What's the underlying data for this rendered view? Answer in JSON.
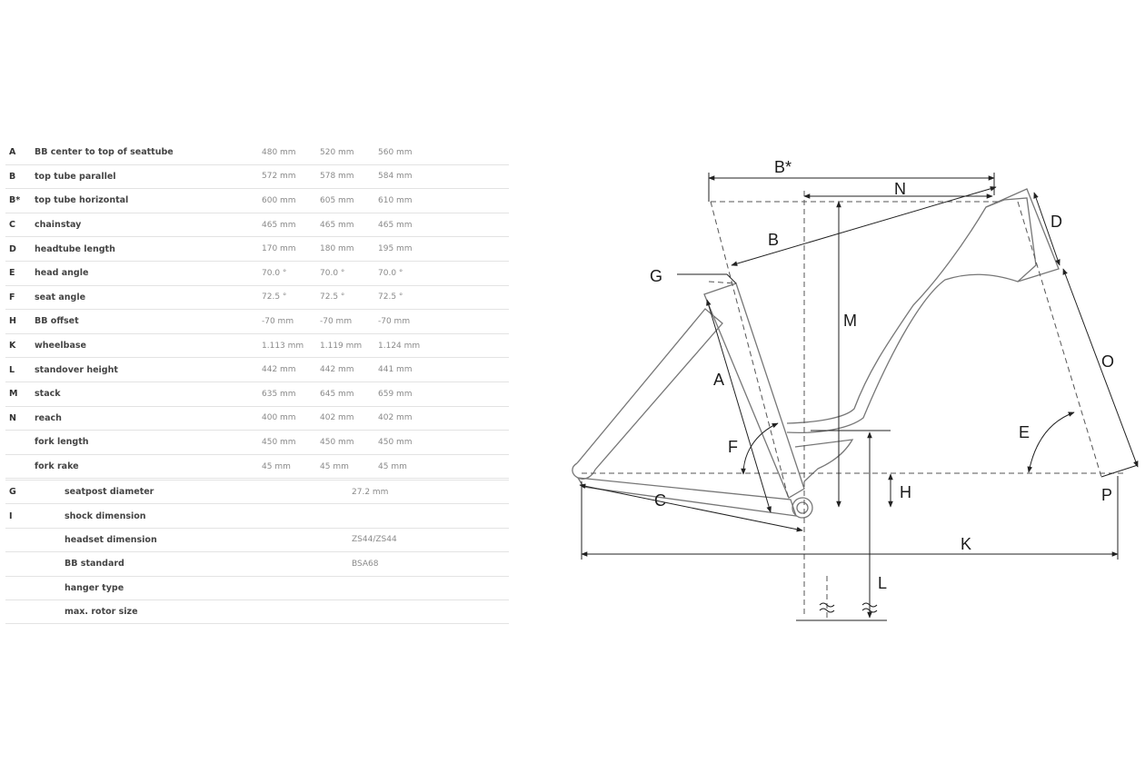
{
  "geometry": [
    {
      "code": "A",
      "label": "BB center to top of seattube",
      "values": [
        "480 mm",
        "520 mm",
        "560 mm"
      ]
    },
    {
      "code": "B",
      "label": "top tube parallel",
      "values": [
        "572 mm",
        "578 mm",
        "584 mm"
      ]
    },
    {
      "code": "B*",
      "label": "top tube horizontal",
      "values": [
        "600 mm",
        "605 mm",
        "610 mm"
      ]
    },
    {
      "code": "C",
      "label": "chainstay",
      "values": [
        "465 mm",
        "465 mm",
        "465 mm"
      ]
    },
    {
      "code": "D",
      "label": "headtube length",
      "values": [
        "170 mm",
        "180 mm",
        "195 mm"
      ]
    },
    {
      "code": "E",
      "label": "head angle",
      "values": [
        "70.0 °",
        "70.0 °",
        "70.0 °"
      ]
    },
    {
      "code": "F",
      "label": "seat angle",
      "values": [
        "72.5 °",
        "72.5 °",
        "72.5 °"
      ]
    },
    {
      "code": "H",
      "label": "BB offset",
      "values": [
        "-70 mm",
        "-70 mm",
        "-70 mm"
      ]
    },
    {
      "code": "K",
      "label": "wheelbase",
      "values": [
        "1.113 mm",
        "1.119 mm",
        "1.124 mm"
      ]
    },
    {
      "code": "L",
      "label": "standover height",
      "values": [
        "442 mm",
        "442 mm",
        "441 mm"
      ]
    },
    {
      "code": "M",
      "label": "stack",
      "values": [
        "635 mm",
        "645 mm",
        "659 mm"
      ]
    },
    {
      "code": "N",
      "label": "reach",
      "values": [
        "400 mm",
        "402 mm",
        "402 mm"
      ]
    },
    {
      "code": "",
      "label": "fork length",
      "values": [
        "450 mm",
        "450 mm",
        "450 mm"
      ]
    },
    {
      "code": "",
      "label": "fork rake",
      "values": [
        "45 mm",
        "45 mm",
        "45 mm"
      ]
    }
  ],
  "specs": [
    {
      "code": "G",
      "label": "seatpost diameter",
      "value": "27.2 mm"
    },
    {
      "code": "I",
      "label": "shock dimension",
      "value": ""
    },
    {
      "code": "",
      "label": "headset dimension",
      "value": "ZS44/ZS44"
    },
    {
      "code": "",
      "label": "BB standard",
      "value": "BSA68"
    },
    {
      "code": "",
      "label": "hanger type",
      "value": ""
    },
    {
      "code": "",
      "label": "max. rotor size",
      "value": ""
    }
  ],
  "diagram_labels": {
    "a": "A",
    "b": "B",
    "bstar": "B*",
    "c": "C",
    "d": "D",
    "e": "E",
    "f": "F",
    "g": "G",
    "h": "H",
    "k": "K",
    "l": "L",
    "m": "M",
    "n": "N",
    "o": "O",
    "p": "P"
  }
}
